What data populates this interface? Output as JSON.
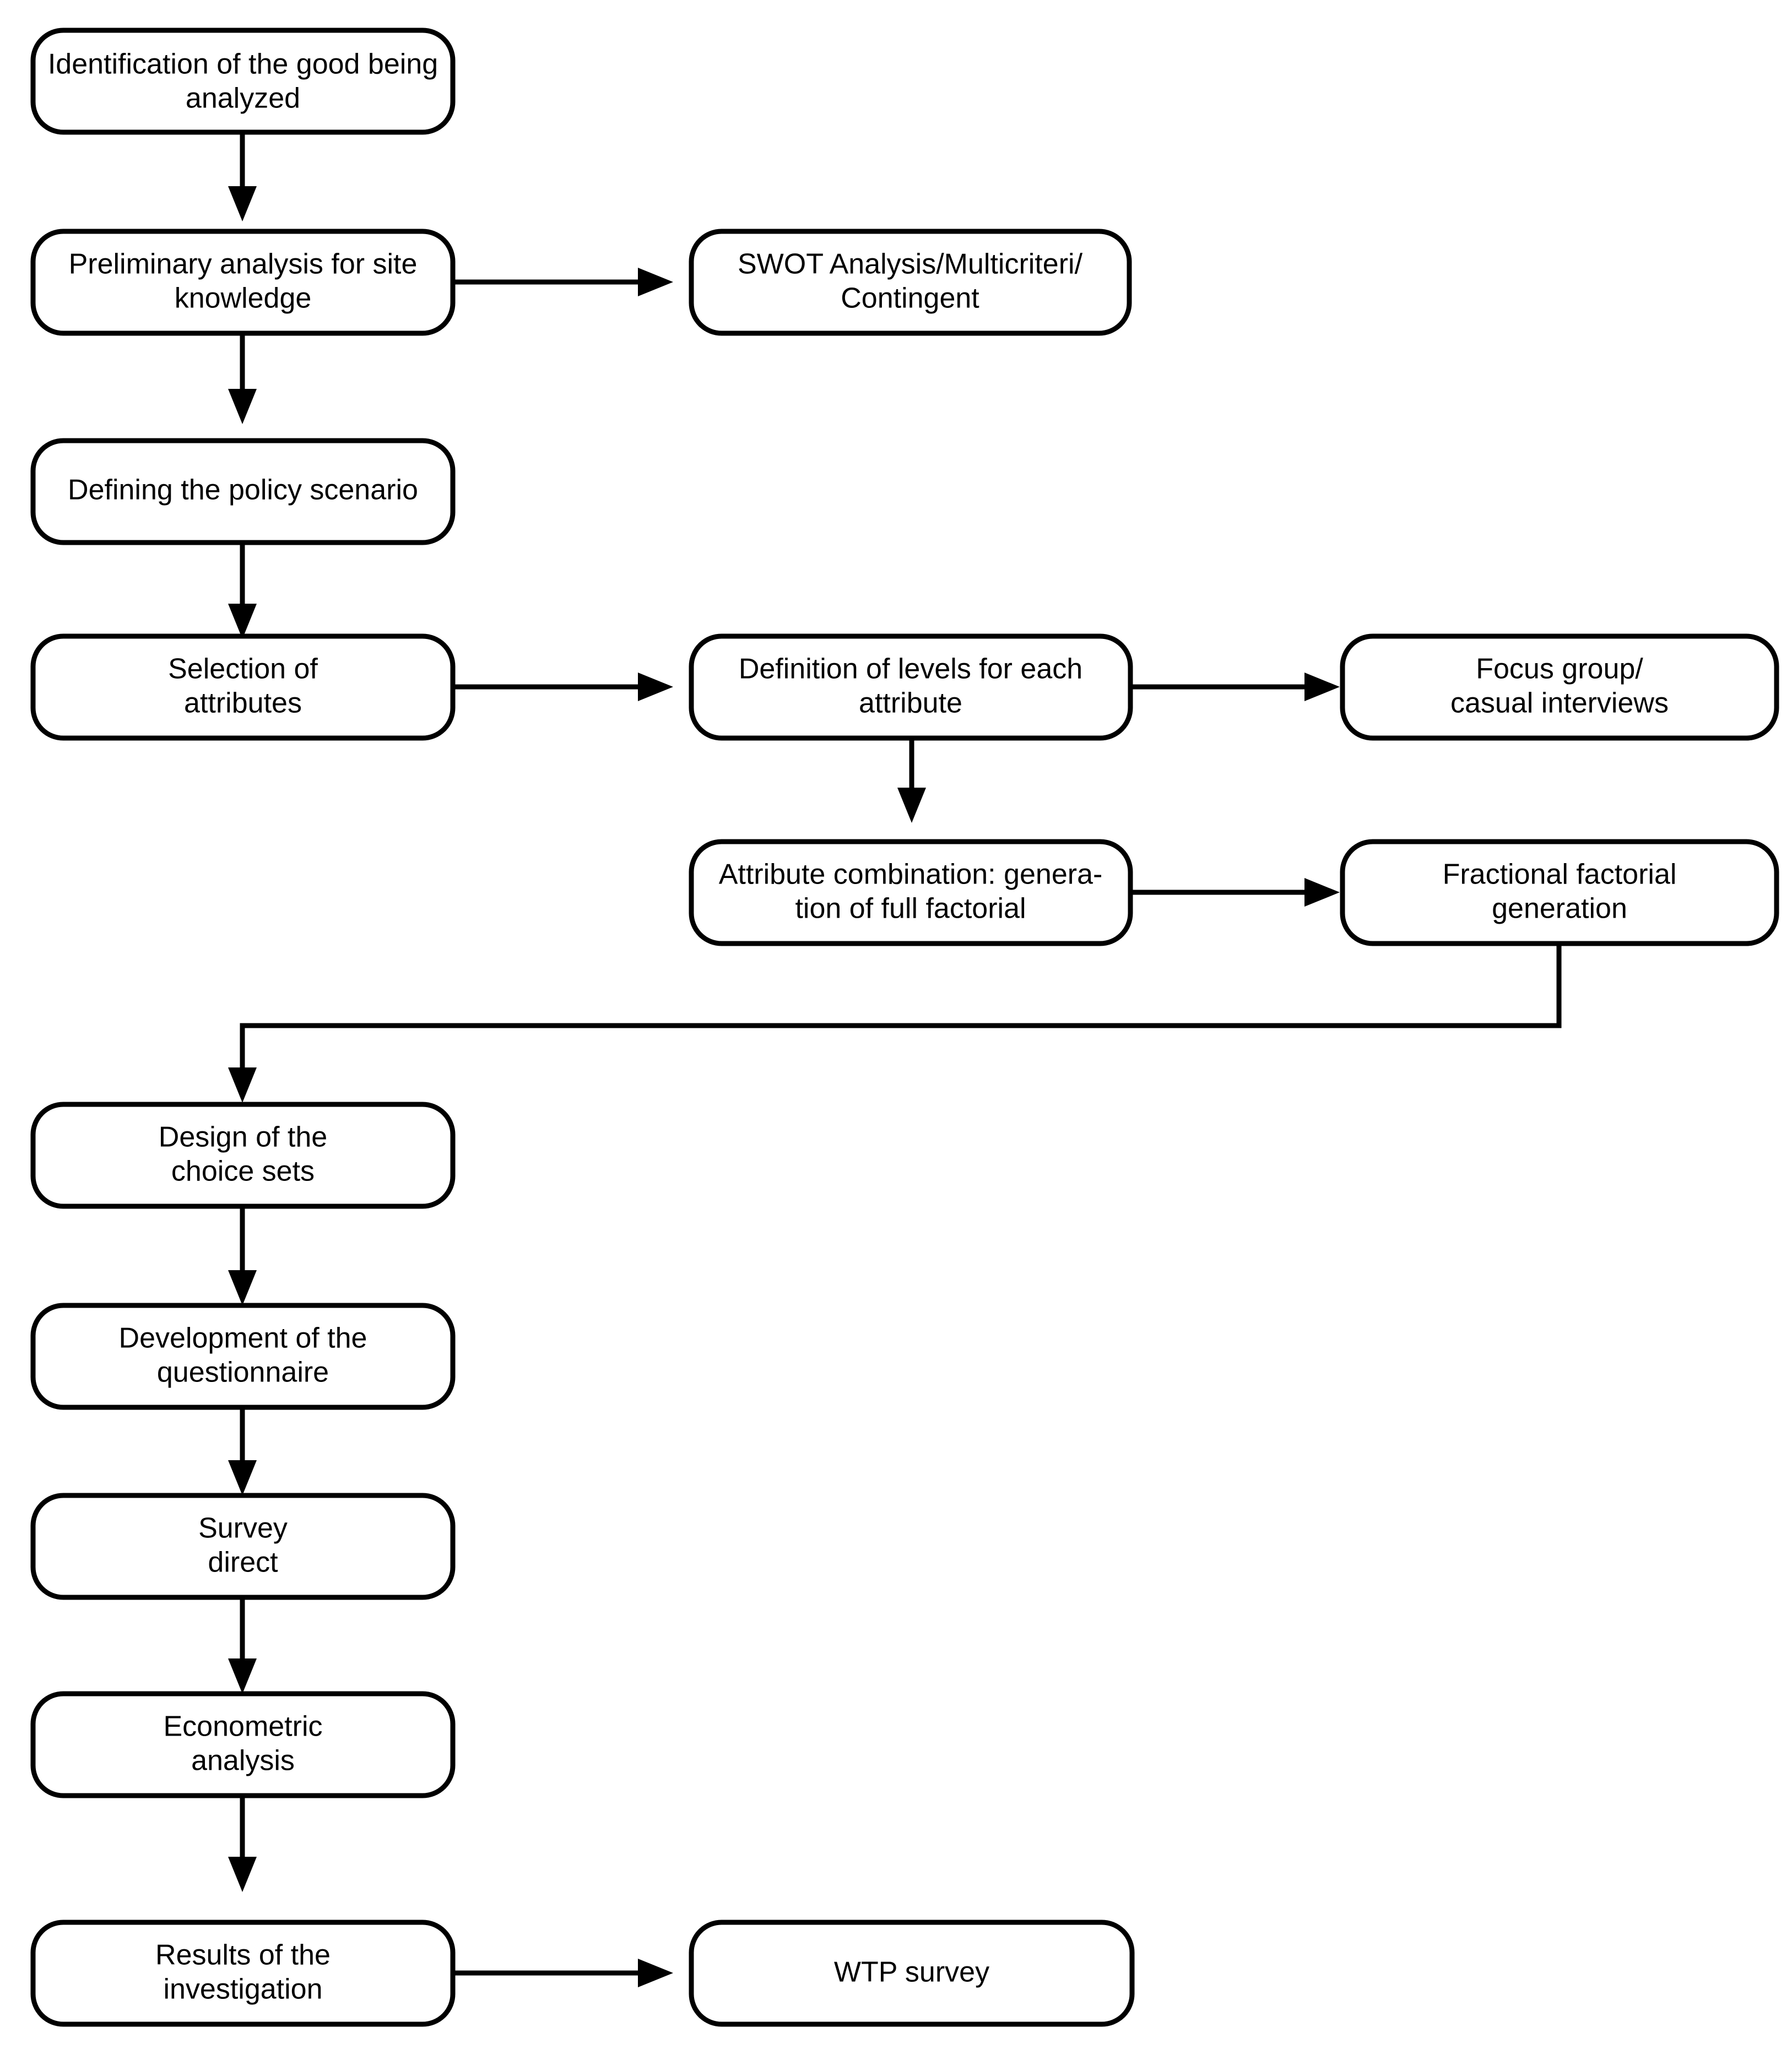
{
  "diagram": {
    "title": "Choice experiment methodology flowchart",
    "background_color": "#ffffff",
    "stroke_color": "#000000",
    "node_fill_color": "#ffffff"
  },
  "nodes": {
    "identification": {
      "line1": "Identification of the good being",
      "line2": "analyzed"
    },
    "preliminary": {
      "line1": "Preliminary analysis for site",
      "line2": "knowledge"
    },
    "swot": {
      "line1": "SWOT Analysis/Multicriteri/",
      "line2": "Contingent"
    },
    "policy_scenario": {
      "line1": "Defining the policy scenario",
      "line2": ""
    },
    "selection_attributes": {
      "line1": "Selection of",
      "line2": "attributes"
    },
    "definition_levels": {
      "line1": "Definition of levels for each",
      "line2": "attribute"
    },
    "focus_group": {
      "line1": "Focus group/",
      "line2": "casual interviews"
    },
    "attribute_combination": {
      "line1": "Attribute combination: genera-",
      "line2": "tion of full factorial"
    },
    "fractional_factorial": {
      "line1": "Fractional factorial",
      "line2": "generation"
    },
    "choice_sets": {
      "line1": "Design of the",
      "line2": "choice sets"
    },
    "questionnaire": {
      "line1": "Development of the",
      "line2": "questionnaire"
    },
    "survey_direct": {
      "line1": "Survey",
      "line2": "direct"
    },
    "econometric": {
      "line1": "Econometric",
      "line2": "analysis"
    },
    "results": {
      "line1": "Results of the",
      "line2": "investigation"
    },
    "wtp": {
      "line1": "WTP survey",
      "line2": ""
    }
  },
  "edges": [
    {
      "name": "identification-to-preliminary",
      "from": "identification",
      "to": "preliminary",
      "direction": "down"
    },
    {
      "name": "preliminary-to-swot",
      "from": "preliminary",
      "to": "swot",
      "direction": "right"
    },
    {
      "name": "preliminary-to-policy-scenario",
      "from": "preliminary",
      "to": "policy_scenario",
      "direction": "down"
    },
    {
      "name": "policy-scenario-to-selection",
      "from": "policy_scenario",
      "to": "selection_attributes",
      "direction": "down"
    },
    {
      "name": "selection-to-definition-levels",
      "from": "selection_attributes",
      "to": "definition_levels",
      "direction": "right"
    },
    {
      "name": "definition-levels-to-focus-group",
      "from": "definition_levels",
      "to": "focus_group",
      "direction": "right"
    },
    {
      "name": "definition-levels-to-attribute-combination",
      "from": "definition_levels",
      "to": "attribute_combination",
      "direction": "down"
    },
    {
      "name": "attribute-combination-to-fractional",
      "from": "attribute_combination",
      "to": "fractional_factorial",
      "direction": "right"
    },
    {
      "name": "fractional-to-choice-sets",
      "from": "fractional_factorial",
      "to": "choice_sets",
      "direction": "elbow-down-left-down"
    },
    {
      "name": "choice-sets-to-questionnaire",
      "from": "choice_sets",
      "to": "questionnaire",
      "direction": "down"
    },
    {
      "name": "questionnaire-to-survey",
      "from": "questionnaire",
      "to": "survey_direct",
      "direction": "down"
    },
    {
      "name": "survey-to-econometric",
      "from": "survey_direct",
      "to": "econometric",
      "direction": "down"
    },
    {
      "name": "econometric-to-results",
      "from": "econometric",
      "to": "results",
      "direction": "down"
    },
    {
      "name": "results-to-wtp",
      "from": "results",
      "to": "wtp",
      "direction": "right"
    }
  ]
}
